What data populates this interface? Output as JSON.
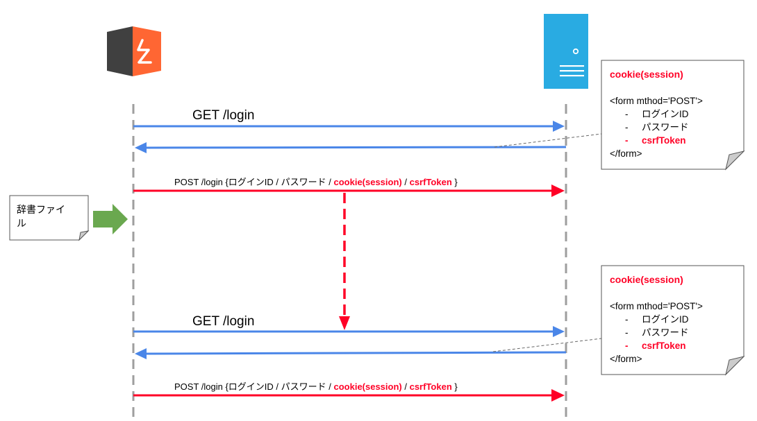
{
  "diagram": {
    "client_icon": "burp-suite-logo-icon",
    "server_icon": "server-tower-icon",
    "messages": [
      {
        "id": "get1",
        "label": "GET /login"
      },
      {
        "id": "post1",
        "parts": [
          "POST /login {ログインID / パスワード / ",
          "cookie(session)",
          " / ",
          "csrfToken",
          " }"
        ]
      },
      {
        "id": "get2",
        "label": "GET /login"
      },
      {
        "id": "post2",
        "parts": [
          "POST /login {ログインID / パスワード / ",
          "cookie(session)",
          " / ",
          "csrfToken",
          " }"
        ]
      }
    ],
    "response_note": {
      "title": "cookie(session)",
      "form_open": "<form mthod='POST'>",
      "items": [
        {
          "dash": "-",
          "text": "ログインID"
        },
        {
          "dash": "-",
          "text": "パスワード"
        },
        {
          "dash": "-",
          "text": "csrfToken"
        }
      ],
      "form_close": "</form>"
    },
    "dictionary_note": {
      "line1": "辞書ファイ",
      "line2": "ル"
    },
    "colors": {
      "blue": "#4a86e8",
      "red": "#ff0026",
      "green": "#6aa84f",
      "server": "#29abe2",
      "lifeline": "#9e9e9e",
      "logo_orange": "#ff6633",
      "logo_dark": "#404040"
    }
  }
}
